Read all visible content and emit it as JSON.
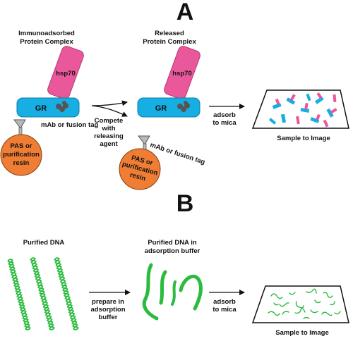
{
  "panel_a": {
    "letter": "A",
    "left_title_1": "Immunoadsorbed",
    "left_title_2": "Protein Complex",
    "middle_title_1": "Released",
    "middle_title_2": "Protein Complex",
    "hsp_label": "hsp70",
    "gr_label": "GR",
    "tag_label": "mAb or fusion tag",
    "bead_line_1": "PAS or",
    "bead_line_2": "purification",
    "bead_line_3": "resin",
    "compete_1": "Compete",
    "compete_2": "with",
    "compete_3": "releasing",
    "compete_4": "agent",
    "adsorb_1": "adsorb",
    "adsorb_2": "to mica",
    "sample_label": "Sample to Image",
    "colors": {
      "hsp70": "#e9589a",
      "gr": "#17aee3",
      "bead": "#ef7d33",
      "tag": "#b9b9b9"
    }
  },
  "panel_b": {
    "letter": "B",
    "purified_dna": "Purified DNA",
    "purified_buffer_1": "Purified DNA in",
    "purified_buffer_2": "adsorption buffer",
    "prepare_1": "prepare in",
    "prepare_2": "adsorption",
    "prepare_3": "buffer",
    "adsorb_1": "adsorb",
    "adsorb_2": "to mica",
    "sample_label": "Sample to Image",
    "colors": {
      "dna": "#2bbb3f"
    }
  }
}
